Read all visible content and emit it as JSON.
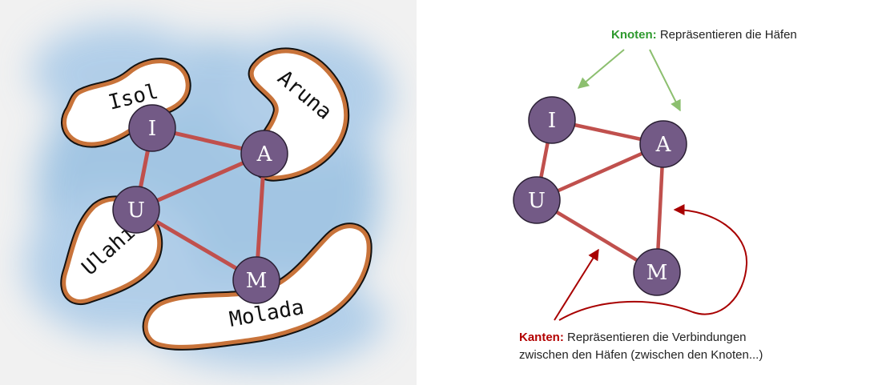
{
  "map": {
    "islands": [
      {
        "id": "isol",
        "label": "Isol"
      },
      {
        "id": "aruna",
        "label": "Aruna"
      },
      {
        "id": "ulahi",
        "label": "Ulahi"
      },
      {
        "id": "molada",
        "label": "Molada"
      }
    ],
    "nodes": [
      {
        "id": "I",
        "label": "I"
      },
      {
        "id": "A",
        "label": "A"
      },
      {
        "id": "U",
        "label": "U"
      },
      {
        "id": "M",
        "label": "M"
      }
    ]
  },
  "graph": {
    "nodes": [
      {
        "id": "I",
        "label": "I"
      },
      {
        "id": "A",
        "label": "A"
      },
      {
        "id": "U",
        "label": "U"
      },
      {
        "id": "M",
        "label": "M"
      }
    ],
    "edges": [
      [
        "I",
        "A"
      ],
      [
        "I",
        "U"
      ],
      [
        "U",
        "A"
      ],
      [
        "U",
        "M"
      ],
      [
        "A",
        "M"
      ]
    ]
  },
  "annotations": {
    "knoten_keyword": "Knoten:",
    "knoten_text": " Repräsentieren die Häfen",
    "kanten_keyword": "Kanten:",
    "kanten_text_line1": " Repräsentieren die Verbindungen",
    "kanten_text_line2": "zwischen den Häfen (zwischen den Knoten...)"
  },
  "colors": {
    "node_fill": "#735a86",
    "edge": "#c0504d",
    "knoten": "#2e9a2e",
    "knoten_arrow": "#8cbf6f",
    "kanten": "#b30000",
    "kanten_arrow": "#a80000",
    "water": "#7fb0d9",
    "island_border": "#c8733a"
  }
}
